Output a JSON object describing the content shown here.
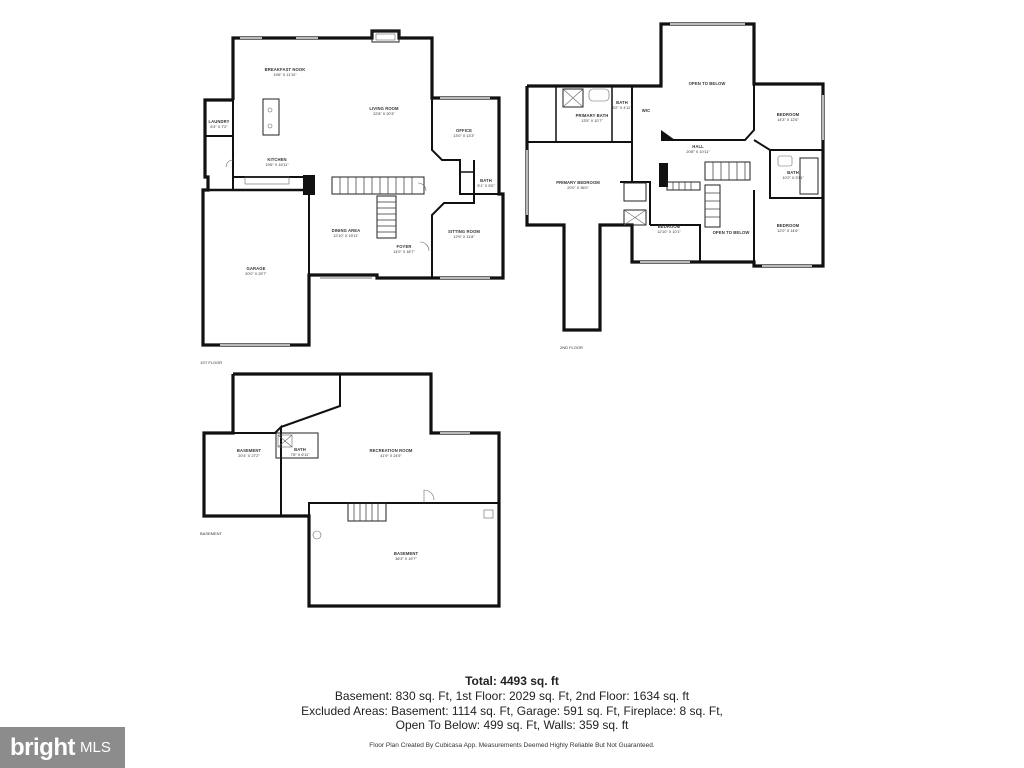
{
  "floors": {
    "first": {
      "label": "1ST FLOOR",
      "rooms": {
        "breakfast_nook": {
          "name": "BREAKFAST NOOK",
          "dims": "19'6\" X 11'10\""
        },
        "laundry": {
          "name": "LAUNDRY",
          "dims": "6'4\" X 7'2\""
        },
        "kitchen": {
          "name": "KITCHEN",
          "dims": "19'6\" X 16'11\""
        },
        "living_room": {
          "name": "LIVING ROOM",
          "dims": "22'8\" X 20'3\""
        },
        "office": {
          "name": "OFFICE",
          "dims": "13'0\" X 13'3\""
        },
        "bath": {
          "name": "BATH",
          "dims": "5'1\" X 5'0\""
        },
        "sitting_room": {
          "name": "SITTING ROOM",
          "dims": "12'9\" X 11'8\""
        },
        "dining_area": {
          "name": "DINING AREA",
          "dims": "12'10\" X 15'11\""
        },
        "foyer": {
          "name": "FOYER",
          "dims": "14'0\" X 18'7\""
        },
        "garage": {
          "name": "GARAGE",
          "dims": "20'0\" X 29'7\""
        }
      }
    },
    "second": {
      "label": "2ND FLOOR",
      "rooms": {
        "open_to_below_top": {
          "name": "OPEN TO BELOW",
          "dims": ""
        },
        "primary_bath": {
          "name": "PRIMARY BATH",
          "dims": "13'5\" X 10'7\""
        },
        "bath_small": {
          "name": "BATH",
          "dims": "5'2\" X 4'11\""
        },
        "wic": {
          "name": "WIC",
          "dims": ""
        },
        "bedroom_ne": {
          "name": "BEDROOM",
          "dims": "14'3\" X 12'6\""
        },
        "hall": {
          "name": "HALL",
          "dims": "20'8\" X 10'11\""
        },
        "primary_bedroom": {
          "name": "PRIMARY BEDROOM",
          "dims": "20'0\" X 36'0\""
        },
        "bath_east": {
          "name": "BATH",
          "dims": "10'2\" X 5'11\""
        },
        "bedroom_mid": {
          "name": "BEDROOM",
          "dims": "12'10\" X 10'1\""
        },
        "open_to_below_mid": {
          "name": "OPEN TO BELOW",
          "dims": ""
        },
        "bedroom_se": {
          "name": "BEDROOM",
          "dims": "12'0\" X 14'6\""
        }
      }
    },
    "basement": {
      "label": "BASEMENT",
      "rooms": {
        "basement_west": {
          "name": "BASEMENT",
          "dims": "20'4\" X 27'2\""
        },
        "bath": {
          "name": "BATH",
          "dims": "7'8\" X 6'11\""
        },
        "recreation_room": {
          "name": "RECREATION ROOM",
          "dims": "41'9\" X 24'5\""
        },
        "basement_south": {
          "name": "BASEMENT",
          "dims": "36'3\" X 19'7\""
        }
      }
    }
  },
  "summary": {
    "total": "Total: 4493 sq. ft",
    "line1": "Basement: 830 sq. Ft, 1st Floor: 2029 sq. Ft, 2nd Floor: 1634 sq. ft",
    "line2": "Excluded Areas: Basement: 1114 sq. Ft, Garage: 591 sq. Ft, Fireplace: 8 sq. Ft,",
    "line3": "Open To Below: 499 sq. Ft, Walls: 359 sq. ft"
  },
  "credit": "Floor Plan Created By Cubicasa App. Measurements Deemed Highly Reliable But Not Guaranteed.",
  "logo": {
    "brand": "bright",
    "suffix": "MLS",
    "background": "#8c8c8c"
  }
}
